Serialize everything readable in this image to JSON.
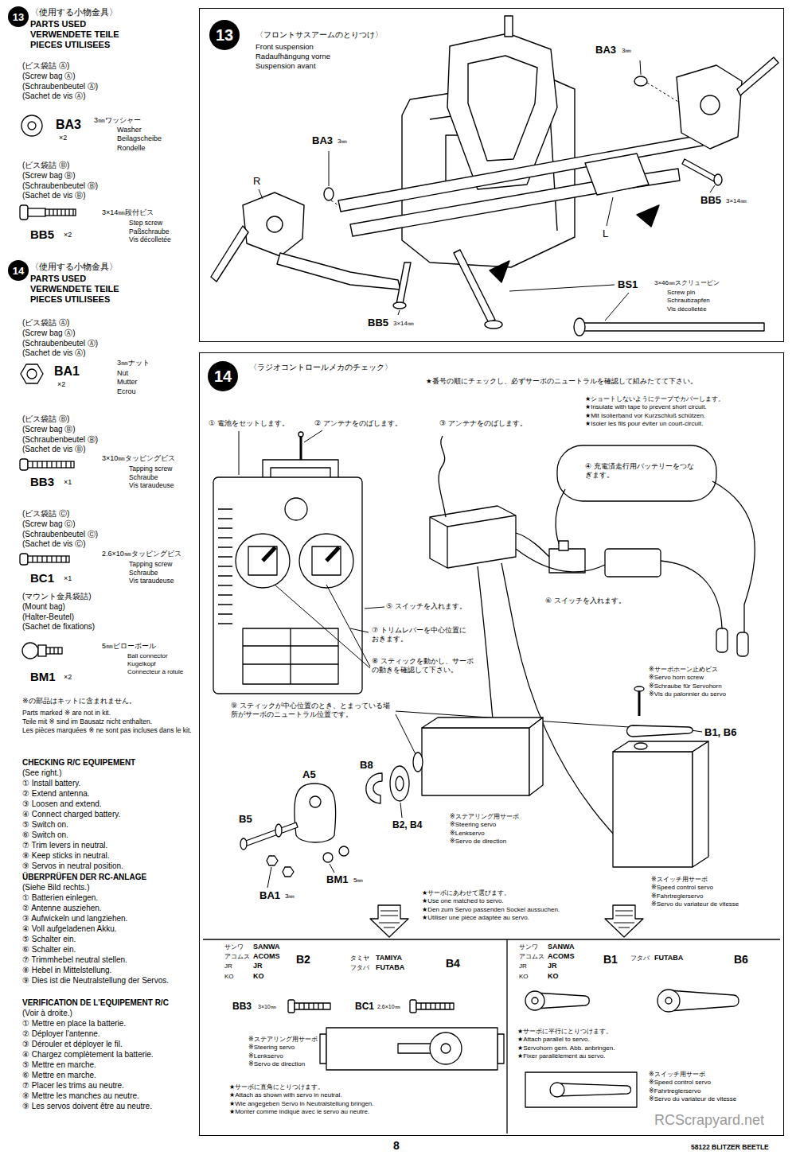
{
  "diagram": {
    "nodes": [
      {
        "text": [
          "13"
        ]
      },
      {
        "text": [
          "14"
        ]
      },
      {
        "text": [
          "〈フロントサスアームのとりつけ〉",
          "Front suspension",
          "Radaufhängung vorne",
          "Suspension avant"
        ]
      },
      {
        "text": [
          "13"
        ],
        "in": 2
      },
      {
        "text": [
          "〈ラジオコントロールメカのチェック〉"
        ]
      },
      {
        "text": [
          "14"
        ],
        "in": 4
      }
    ],
    "labels": [
      "〈使用する小物金具〉",
      "PARTS USED",
      "VERWENDETE TEILE",
      "PIECES UTILISEES",
      "(ビス袋詰 Ⓐ)",
      "(Screw bag Ⓐ)",
      "(Schraubenbeutel Ⓐ)",
      "(Sachet de vis Ⓐ)",
      "BA3",
      "×2",
      "3㎜ワッシャー",
      "Washer",
      "Beilagscheibe",
      "Rondelle",
      "(ビス袋詰 Ⓑ)",
      "(Screw bag Ⓑ)",
      "(Schraubenbeutel Ⓑ)",
      "(Sachet de vis Ⓑ)",
      "BB5",
      "×2",
      "3×14㎜段付ビス",
      "Step screw",
      "Paßschraube",
      "Vis décolletée",
      "〈使用する小物金具〉",
      "PARTS USED",
      "VERWENDETE TEILE",
      "PIECES UTILISEES",
      "(ビス袋詰 Ⓐ)",
      "(Screw bag Ⓐ)",
      "(Schraubenbeutel Ⓐ)",
      "(Sachet de vis Ⓐ)",
      "BA1",
      "×2",
      "3㎜ナット",
      "Nut",
      "Mutter",
      "Ecrou",
      "(ビス袋詰 Ⓑ)",
      "(Screw bag Ⓑ)",
      "(Schraubenbeutel Ⓑ)",
      "(Sachet de vis Ⓑ)",
      "BB3",
      "×1",
      "3×10㎜タッピングビス",
      "Tapping screw",
      "Schraube",
      "Vis taraudeuse",
      "(ビス袋詰 Ⓒ)",
      "(Screw bag Ⓒ)",
      "(Schraubenbeutel Ⓒ)",
      "(Sachet de vis Ⓒ)",
      "BC1",
      "×1",
      "2.6×10㎜タッピングビス",
      "Tapping screw",
      "Schraube",
      "Vis taraudeuse",
      "(マウント金具袋詰)",
      "(Mount bag)",
      "(Halter-Beutel)",
      "(Sachet de fixations)",
      "BM1",
      "×2",
      "5㎜ピローボール",
      "Ball connector",
      "Kugelkopf",
      "Connecteur à rotule",
      "※の部品はキットに含まれません。",
      "Parts marked ※ are not in kit.",
      "Teile mit ※ sind im Bausatz nicht enthalten.",
      "Les pièces marquées ※ ne sont pas incluses dans le kit.",
      "CHECKING R/C EQUIPEMENT",
      "(See right.)",
      "① Install battery.",
      "② Extend antenna.",
      "③ Loosen and extend.",
      "④ Connect charged battery.",
      "⑤ Switch on.",
      "⑥ Switch on.",
      "⑦ Trim levers in neutral.",
      "⑧ Keep sticks in neutral.",
      "⑨ Servos in neutral position.",
      "ÜBERPRÜFEN DER RC-ANLAGE",
      "(Siehe Bild rechts.)",
      "① Batterien einlegen.",
      "② Antenne ausziehen.",
      "③ Aufwickeln und langziehen.",
      "④ Voll aufgeladenen Akku.",
      "⑤ Schalter ein.",
      "⑥ Schalter ein.",
      "⑦ Trimmhebel neutral stellen.",
      "⑧ Hebel in Mittelstellung.",
      "⑨ Dies ist die Neutralstellung der Servos.",
      "VERIFICATION DE L'EQUIPEMENT R/C",
      "(Voir à droite.)",
      "① Mettre en place la batterie.",
      "② Déployer l'antenne.",
      "③ Dérouler et déployer le fil.",
      "④ Chargez complètement la batterie.",
      "⑤ Mettre en marche.",
      "⑥ Mettre en marche.",
      "⑦ Placer les trims au neutre.",
      "⑧ Mettre les manches au neutre.",
      "⑨ Les servos doivent être au neutre.",
      "BA3",
      "3㎜",
      "BA3",
      "3㎜",
      "R",
      "L",
      "BB5",
      "3×14㎜",
      "BS1",
      "3×46㎜スクリューピン",
      "Screw pin",
      "Schraubzapfen",
      "Vis décolletée",
      "BB5",
      "3×14㎜",
      "★番号の順にチェックし、必ずサーボのニュートラルを確認して組みたてて下さい。",
      "★ショートしないようにテープでカバーします。",
      "★Insulate with tape to prevent short circuit.",
      "★Mit Isolierband vor Kurzschluß schützen.",
      "★Isoler les fils pour éviter un court-circuit.",
      "① 電池をセットします。",
      "② アンテナをのばします。",
      "③ アンテナをのばします。",
      "④ 充電済走行用バッテリーをつなぎます。",
      "⑤ スイッチを入れます。",
      "⑥ スイッチを入れます。",
      "⑦ トリムレバーを中心位置におきます。",
      "⑧ スティックを動かし、サーボの動きを確認して下さい。",
      "⑨ スティックが中心位置のとき、とまっている場所がサーボのニュートラル位置です。",
      "※サーボホーン止めビス",
      "※Servo horn screw",
      "※Schraube für Servohorn",
      "※Vis du palonnier du servo",
      "B1, B6",
      "B8",
      "A5",
      "B5",
      "B2, B4",
      "※ステアリング用サーボ",
      "※Steering servo",
      "※Lenkservo",
      "※Servo de direction",
      "BM1",
      "5㎜",
      "BA1",
      "3㎜",
      "※スイッチ用サーボ",
      "※Speed control servo",
      "※Fahrtreglerservo",
      "※Servo du variateur de vitesse",
      "★サーボにあわせて選びます。",
      "★Use one matched to servo.",
      "★Den zum Servo passenden Sockel aussuchen.",
      "★Utiliser une pièce adaptée au servo.",
      "サンワ",
      "アコムス",
      "JR",
      "KO",
      "SANWA",
      "ACOMS",
      "JR",
      "KO",
      "B2",
      "タミヤ",
      "フタバ",
      "TAMIYA",
      "FUTABA",
      "B4",
      "BB3",
      "3×10㎜",
      "BC1",
      "2.6×10㎜",
      "※ステアリング用サーボ",
      "※Steering servo",
      "※Lenkservo",
      "※Servo de direction",
      "★サーボに直角にとりつけます。",
      "★Attach as shown with servo in neutral.",
      "★Wie angegeben Servo in Neutralstellung bringen.",
      "★Monter comme indiqué avec le servo au neutre.",
      "サンワ",
      "アコムス",
      "JR",
      "KO",
      "SANWA",
      "ACOMS",
      "JR",
      "KO",
      "B1",
      "フタバ",
      "FUTABA",
      "B6",
      "★サーボに平行にとりつけます。",
      "★Attach parallel to servo.",
      "★Servohorn gem. Abb. anbringen.",
      "★Fixer parallèlement au servo.",
      "※スイッチ用サーボ",
      "※Speed control servo",
      "※Fahrtreglerservo",
      "※Servo du variateur de vitesse",
      "8",
      "58122 BLITZER BEETLE",
      "RCScrapyard.net"
    ]
  }
}
